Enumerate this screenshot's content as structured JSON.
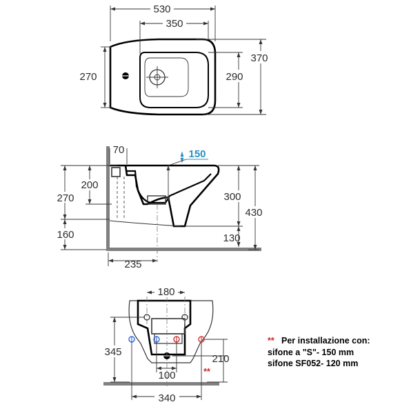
{
  "top_view": {
    "dims": {
      "total_length": "530",
      "bowl_length": "350",
      "total_width": "370",
      "bowl_width": "290",
      "fixing_width": "270"
    }
  },
  "side_view": {
    "dims": {
      "offset_top": "70",
      "waste_height": "150",
      "fix_upper": "200",
      "fix_lower": "270",
      "floor_to_fix": "160",
      "rim_to_outlet": "300",
      "total_height": "430",
      "outlet_height": "130",
      "outlet_distance": "235"
    }
  },
  "front_view": {
    "dims": {
      "fixing_spacing": "180",
      "supply_height": "345",
      "waste_height": "210",
      "waste_spacing": "100",
      "supply_spacing": "340"
    },
    "stars": "**"
  },
  "note": {
    "stars": "**",
    "line1": "Per installazione con:",
    "line2": "sifone a \"S\"- 150 mm",
    "line3": "sifone SF052- 120 mm"
  },
  "colors": {
    "dimension_blue": "#2a8fc0",
    "star_red": "#d42020",
    "wall_gray": "#808080",
    "supply_blue": "#3a6fd8",
    "supply_red": "#d83a3a"
  }
}
